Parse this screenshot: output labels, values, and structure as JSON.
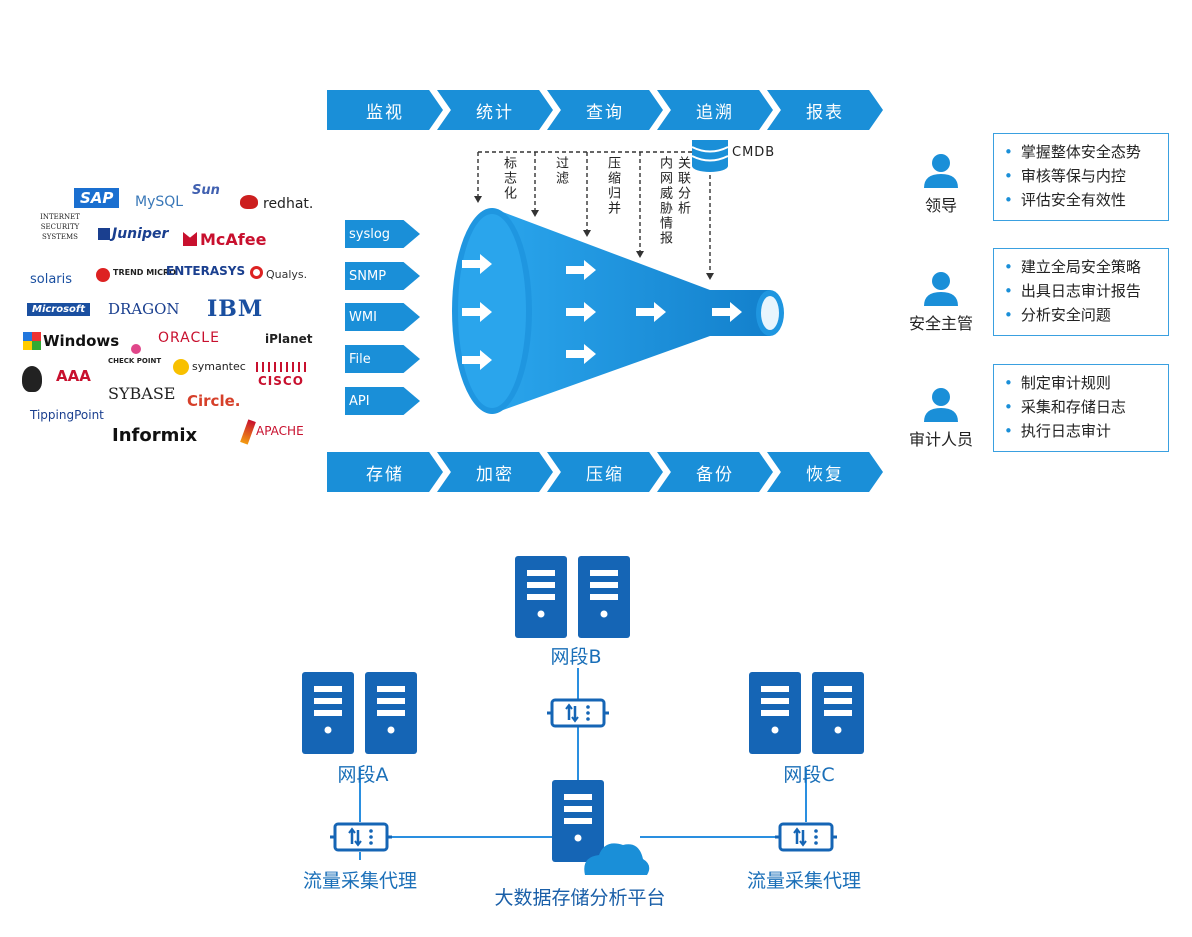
{
  "top_steps": [
    "监视",
    "统计",
    "查询",
    "追溯",
    "报表"
  ],
  "bottom_steps": [
    "存储",
    "加密",
    "压缩",
    "备份",
    "恢复"
  ],
  "inputs": [
    "syslog",
    "SNMP",
    "WMI",
    "File",
    "API"
  ],
  "process_labels": [
    "标志化",
    "过滤",
    "压缩归并",
    "内网威胁情报",
    "关联分析"
  ],
  "cmdb": "CMDB",
  "logos": {
    "sap": "SAP",
    "mysql": "MySQL",
    "sun": "Sun",
    "redhat": "redhat.",
    "iss": "INTERNET SECURITY SYSTEMS",
    "juniper": "Juniper",
    "mcafee": "McAfee",
    "solaris": "solaris",
    "trend": "TREND MICRO",
    "enterasys": "ENTERASYS",
    "qualys": "Qualys.",
    "microsoft": "Microsoft",
    "dragon": "DRAGON",
    "ibm": "IBM",
    "windows": "Windows",
    "oracle": "ORACLE",
    "iplanet": "iPlanet",
    "checkpoint": "CHECK POINT",
    "symantec": "symantec",
    "cisco": "CISCO",
    "aaa": "AAA",
    "sybase": "SYBASE",
    "circle": "Circle.",
    "tippingpoint": "TippingPoint",
    "informix": "Informix",
    "apache": "APACHE"
  },
  "roles": [
    {
      "name": "领导",
      "items": [
        "掌握整体安全态势",
        "审核等保与内控",
        "评估安全有效性"
      ]
    },
    {
      "name": "安全主管",
      "items": [
        "建立全局安全策略",
        "出具日志审计报告",
        "分析安全问题"
      ]
    },
    {
      "name": "审计人员",
      "items": [
        "制定审计规则",
        "采集和存储日志",
        "执行日志审计"
      ]
    }
  ],
  "network": {
    "segment_a": "网段A",
    "segment_b": "网段B",
    "segment_c": "网段C",
    "agent_left": "流量采集代理",
    "agent_right": "流量采集代理",
    "platform": "大数据存储分析平台"
  },
  "colors": {
    "primary": "#1a8fd8",
    "dark": "#1565b5",
    "light": "#4fb3ee"
  }
}
